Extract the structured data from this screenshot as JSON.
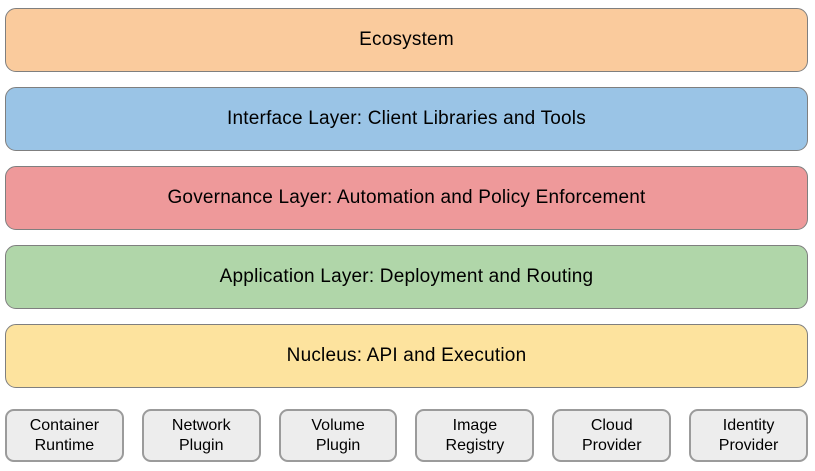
{
  "diagram": {
    "layers": [
      {
        "id": "ecosystem",
        "label": "Ecosystem",
        "color": "#FACB9D"
      },
      {
        "id": "interface",
        "label": "Interface Layer: Client Libraries and Tools",
        "color": "#9AC4E6"
      },
      {
        "id": "governance",
        "label": "Governance Layer: Automation and Policy Enforcement",
        "color": "#EE999A"
      },
      {
        "id": "application",
        "label": "Application Layer: Deployment and Routing",
        "color": "#B0D6A9"
      },
      {
        "id": "nucleus",
        "label": "Nucleus: API and Execution",
        "color": "#FDE39E"
      }
    ],
    "components": [
      {
        "label": "Container Runtime"
      },
      {
        "label": "Network Plugin"
      },
      {
        "label": "Volume Plugin"
      },
      {
        "label": "Image Registry"
      },
      {
        "label": "Cloud Provider"
      },
      {
        "label": "Identity Provider"
      }
    ],
    "style": {
      "layer_border_color": "#7F7F7F",
      "component_background": "#EDEDED",
      "component_border_color": "#9B9B9B",
      "text_color": "#000000",
      "background": "#FFFFFF"
    }
  }
}
